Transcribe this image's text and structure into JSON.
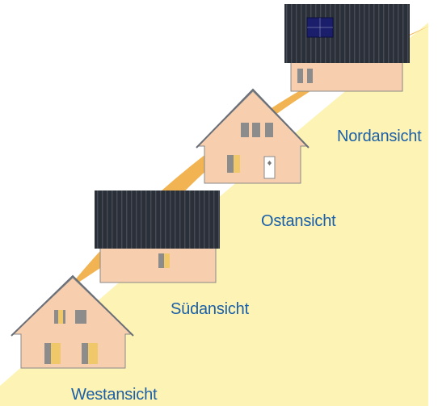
{
  "views": {
    "nord": "Nordansicht",
    "ost": "Ostansicht",
    "sued": "Südansicht",
    "west": "Westansicht"
  },
  "colors": {
    "background_fill": "#fdf3b4",
    "swoosh": "#f2b452",
    "wall": "#f7cfae",
    "wall_outline": "#8a8a8a",
    "roof_dark": "#2b3038",
    "roof_stripe": "#454c57",
    "window": "#8c8c8c",
    "window_accent": "#f0c86a",
    "label_text": "#1a5fa8",
    "solar_panel": "#1b1f6b"
  },
  "icons": [
    "house-west-icon",
    "house-south-icon",
    "house-east-icon",
    "house-north-icon"
  ]
}
